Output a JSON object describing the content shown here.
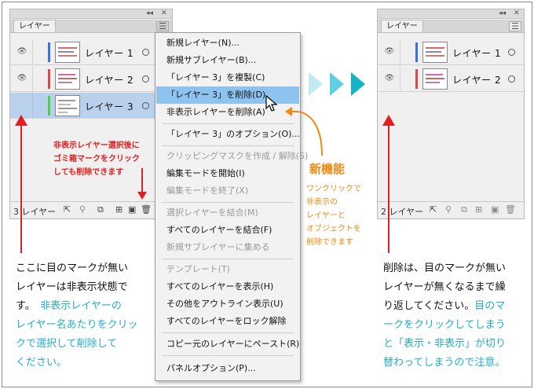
{
  "colors": {
    "red": "#e02020",
    "orange": "#ee8a12",
    "teal": "#22aecb",
    "highlight": "#8ec3f0",
    "selected_row": "#b9d1ec",
    "layer1_color": "#3a6fe0",
    "layer2_color": "#e04646",
    "layer3_color": "#4ccf4c"
  },
  "left_panel": {
    "tab_label": "レイヤー",
    "collapse_icon": "double-chevron-left-icon",
    "close_icon": "close-icon",
    "menu_icon": "hamburger-icon",
    "layers": [
      {
        "name": "レイヤー 1"
      },
      {
        "name": "レイヤー 2"
      },
      {
        "name": "レイヤー 3"
      }
    ],
    "footer_count": "3 レイヤー"
  },
  "right_panel": {
    "tab_label": "レイヤー",
    "layers": [
      {
        "name": "レイヤー 1"
      },
      {
        "name": "レイヤー 2"
      }
    ],
    "footer_count": "2 レイヤー"
  },
  "context_menu": {
    "items": [
      "新規レイヤー(N)...",
      "新規サブレイヤー(B)...",
      "「レイヤー 3」を複製(C)",
      "「レイヤー 3」を削除(D)",
      "非表示レイヤーを削除(A)",
      "「レイヤー 3」のオプション(O)...",
      "クリッピングマスクを作成 / 解除(S)",
      "編集モードを開始(I)",
      "編集モードを終了(X)",
      "選択レイヤーを結合(M)",
      "すべてのレイヤーを結合(F)",
      "新規サブレイヤーに集める",
      "テンプレート(T)",
      "すべてのレイヤーを表示(H)",
      "その他をアウトライン表示(U)",
      "すべてのレイヤーをロック解除",
      "コピー元のレイヤーにペースト(R)",
      "パネルオプション(P)..."
    ]
  },
  "annotations": {
    "red_note": [
      "非表示レイヤー選択後に",
      "ゴミ箱マークをクリック",
      "しても削除できます"
    ],
    "new_feature_title": "新機能",
    "new_feature_lines": [
      "ワンクリックで",
      "非表示の",
      "レイヤーと",
      "オブジェクトを",
      "削除できます"
    ],
    "left_desc": {
      "l1": "ここに目のマークが無い",
      "l2": "レイヤーは非表示状態で",
      "l3a": "す。",
      "l3b": "非表示レイヤーの",
      "l4": "レイヤー名あたりをクリッ",
      "l5": "クで選択して削除して",
      "l6": "ください。"
    },
    "right_desc": {
      "l1": "削除は、目のマークが無い",
      "l2": "レイヤーが無くなるまで繰",
      "l3a": "り返してください。",
      "l3b": "目のマ",
      "l4": "ークをクリックしてしまう",
      "l5": "と「表示・非表示」が切り",
      "l6": "替わってしまうので注意。"
    }
  }
}
